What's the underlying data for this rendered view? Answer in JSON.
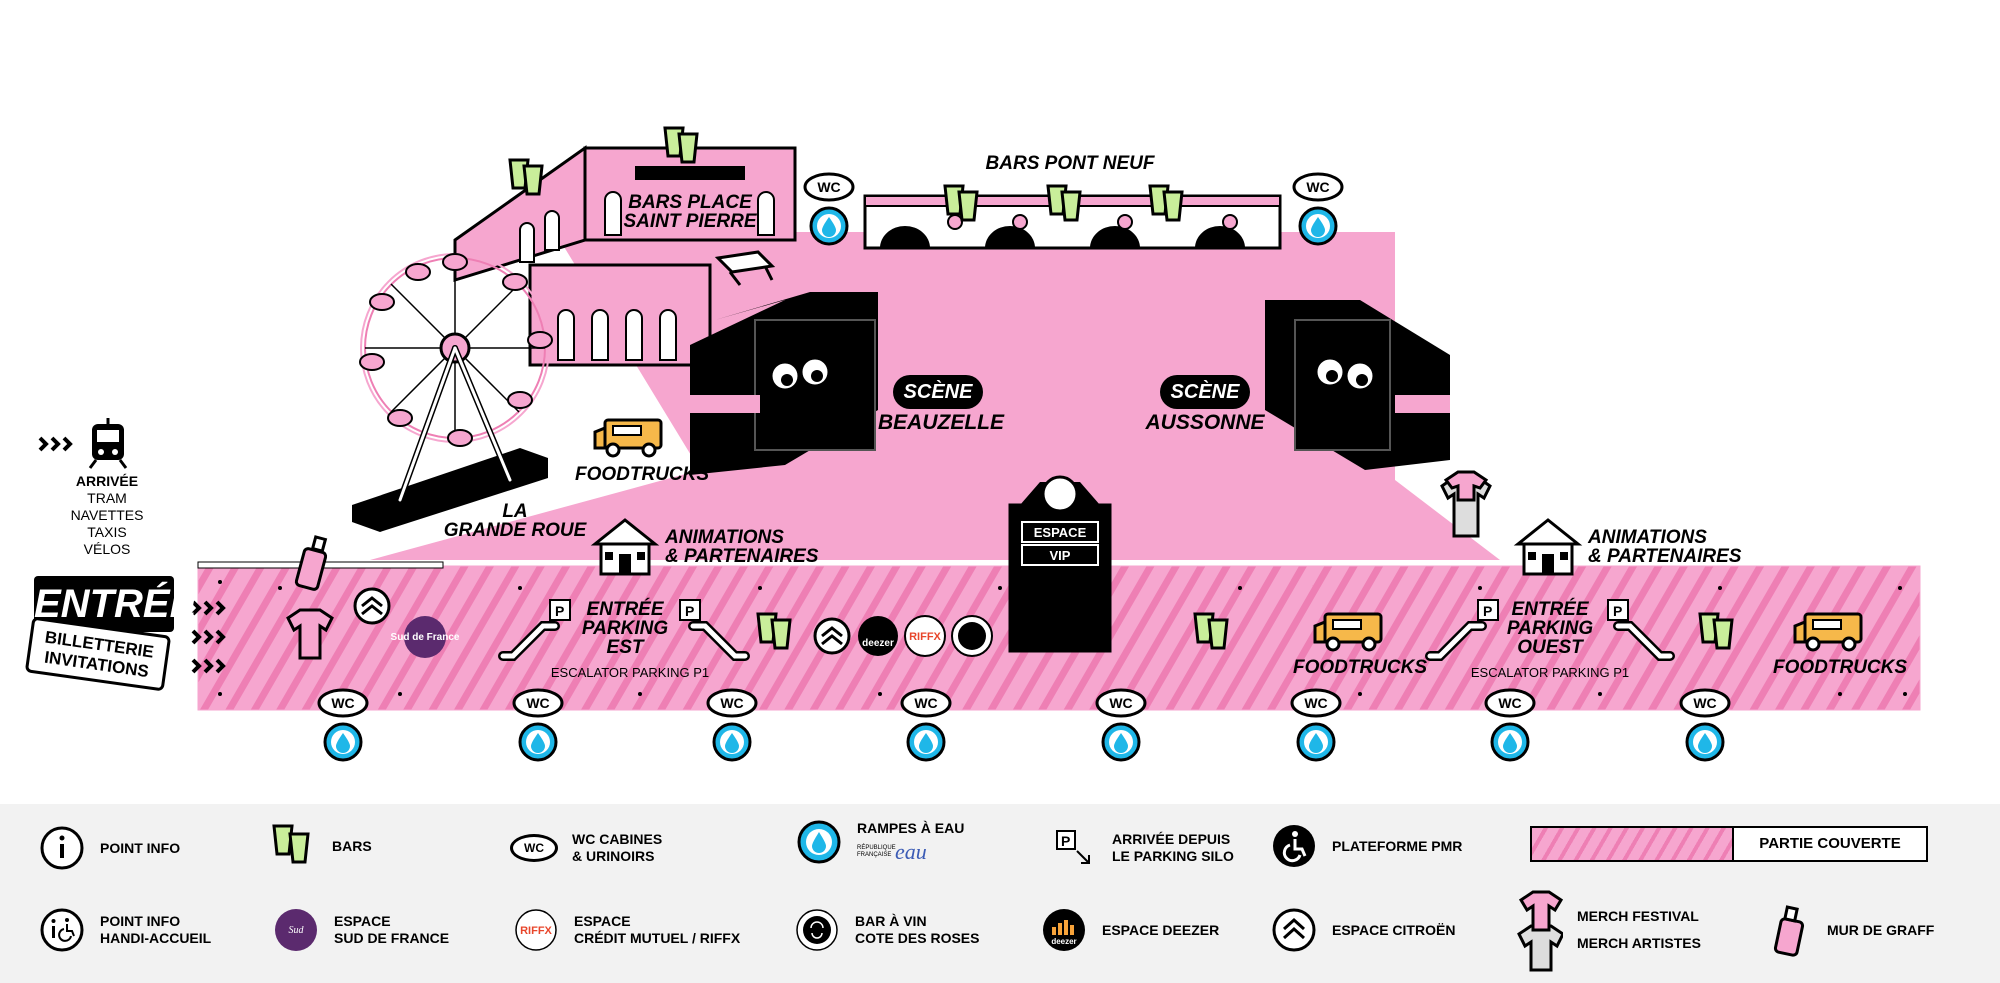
{
  "map": {
    "labels": {
      "bars_place_saint_pierre": "BARS PLACE\nSAINT PIERRE",
      "bars_pont_neuf": "BARS PONT NEUF",
      "scene_beauzelle_pill": "SCÈNE",
      "scene_beauzelle_name": "BEAUZELLE",
      "scene_aussonne_pill": "SCÈNE",
      "scene_aussonne_name": "AUSSONNE",
      "foodtrucks_upper": "FOODTRUCKS",
      "grande_roue": "LA\nGRANDE ROUE",
      "animations_left": "ANIMATIONS\n& PARTENAIRES",
      "animations_right": "ANIMATIONS\n& PARTENAIRES",
      "entree_parking_est": "ENTRÉE\nPARKING\nEST",
      "entree_parking_ouest": "ENTRÉE\nPARKING\nOUEST",
      "escalator_left": "ESCALATOR PARKING P1",
      "escalator_right": "ESCALATOR PARKING P1",
      "foodtrucks_mid": "FOODTRUCKS",
      "foodtrucks_right": "FOODTRUCKS",
      "espace": "ESPACE",
      "vip": "VIP",
      "arrivee_title": "ARRIVÉE",
      "arrivee_list": "TRAM\nNAVETTES\nTAXIS\nVÉLOS",
      "entree": "ENTRÉE",
      "billetterie": "BILLETTERIE\nINVITATIONS",
      "wc": "WC",
      "deezer_logo": "deezer",
      "riffx_logo": "RIFFX",
      "sud_de_france_logo": "Sud de France"
    }
  },
  "legend": {
    "items": [
      {
        "icon": "info-icon",
        "label": "POINT INFO"
      },
      {
        "icon": "bar-cups-icon",
        "label": "BARS"
      },
      {
        "icon": "wc-icon",
        "label": "WC CABINES\n& URINOIRS"
      },
      {
        "icon": "water-drop-icon",
        "label": "RAMPES À EAU"
      },
      {
        "icon": "parking-arrow-icon",
        "label": "ARRIVÉE DEPUIS\nLE PARKING SILO"
      },
      {
        "icon": "wheelchair-icon",
        "label": "PLATEFORME PMR"
      },
      {
        "icon": "info-handi-icon",
        "label": "POINT INFO\nHANDI-ACCUEIL"
      },
      {
        "icon": "sud-de-france-icon",
        "label": "ESPACE\nSUD DE FRANCE"
      },
      {
        "icon": "riffx-icon",
        "label": "ESPACE\nCRÉDIT MUTUEL / RIFFX"
      },
      {
        "icon": "rose-icon",
        "label": "BAR À VIN\nCOTE DES ROSES"
      },
      {
        "icon": "deezer-icon",
        "label": "ESPACE DEEZER"
      },
      {
        "icon": "citroen-icon",
        "label": "ESPACE CITROËN"
      },
      {
        "icon": "tshirt-icon",
        "label": "MERCH FESTIVAL\nMERCH ARTISTES"
      },
      {
        "icon": "spray-can-icon",
        "label": "MUR DE GRAFF"
      }
    ],
    "covered_label": "PARTIE COUVERTE",
    "republique_label": "RÉPUBLIQUE FRANÇAISE",
    "eau_logo": "eau"
  },
  "colors": {
    "pink": "#f6a6cf",
    "pink_dark": "#ee7fb4",
    "water_blue": "#1fb7e8",
    "cup_green": "#c9ee9a",
    "foodtruck_orange": "#f6b84a"
  }
}
